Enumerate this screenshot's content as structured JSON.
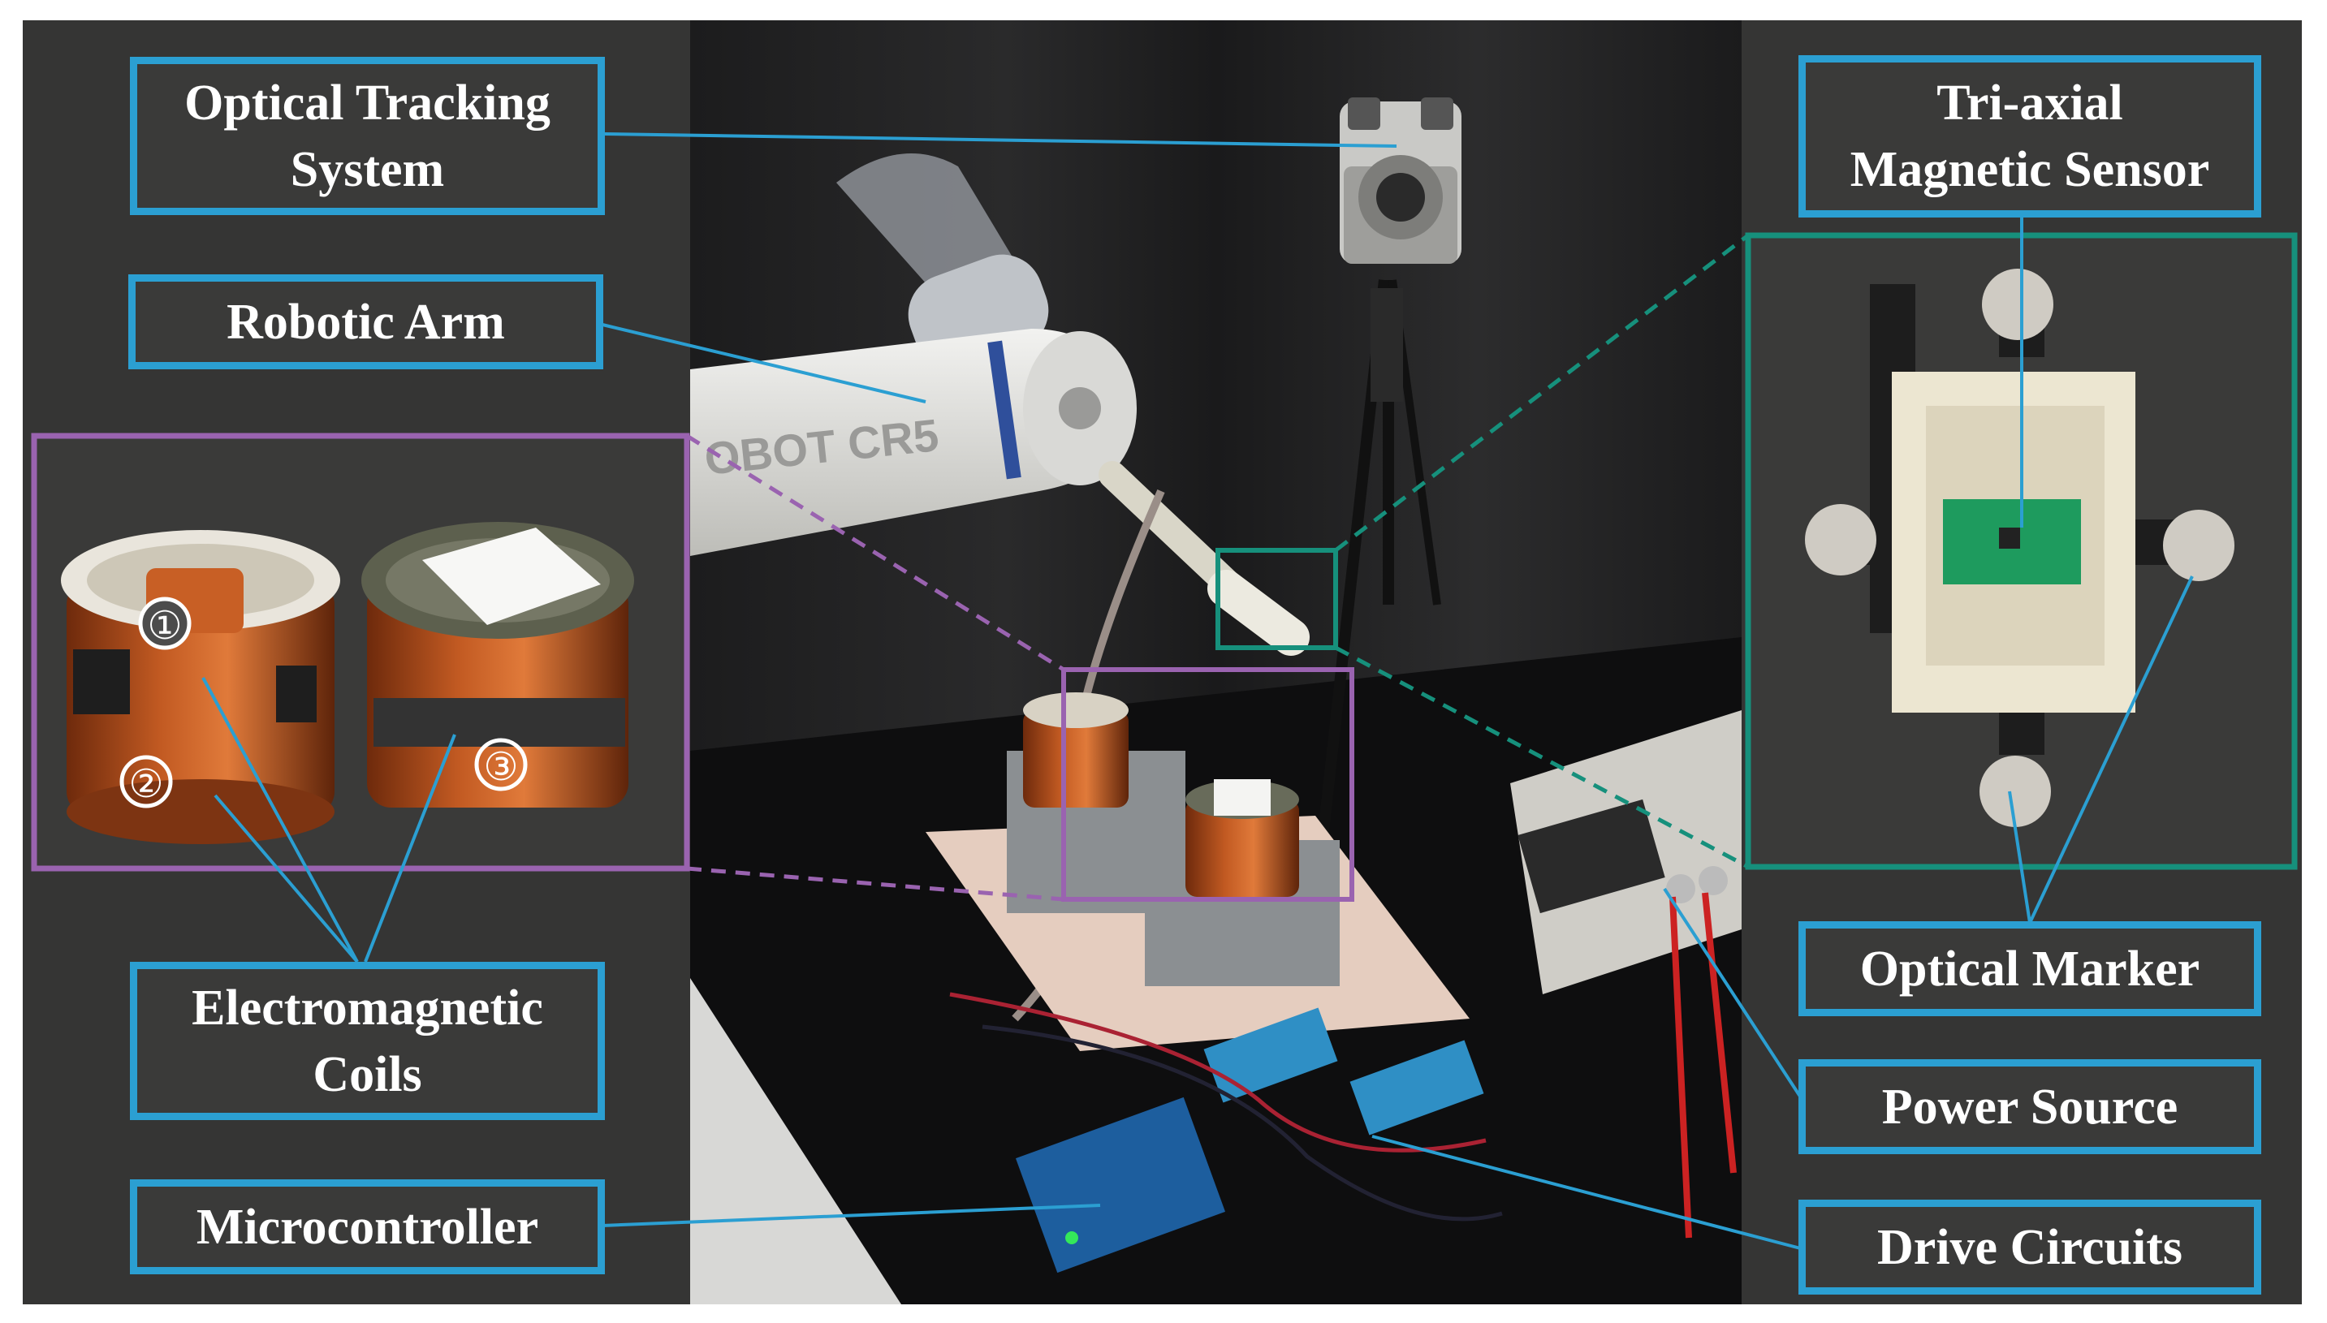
{
  "labels": {
    "optical_tracking_system_line1": "Optical Tracking",
    "optical_tracking_system_line2": "System",
    "robotic_arm": "Robotic Arm",
    "electromagnetic_coils_line1": "Electromagnetic",
    "electromagnetic_coils_line2": "Coils",
    "microcontroller": "Microcontroller",
    "tri_axial_sensor_line1": "Tri-axial",
    "tri_axial_sensor_line2": "Magnetic Sensor",
    "optical_marker": "Optical Marker",
    "power_source": "Power Source",
    "drive_circuits": "Drive Circuits"
  },
  "photo_text": {
    "arm_model": "OBOT CR5",
    "coil_markers": [
      "①",
      "②",
      "③"
    ]
  },
  "colors": {
    "label_border": "#2b9fd2",
    "panel_bg": "#353534",
    "coil_inset_border": "#9a63b0",
    "sensor_inset_border": "#16907c",
    "leader_line": "#2b9fd2",
    "copper": "#b5521f"
  }
}
